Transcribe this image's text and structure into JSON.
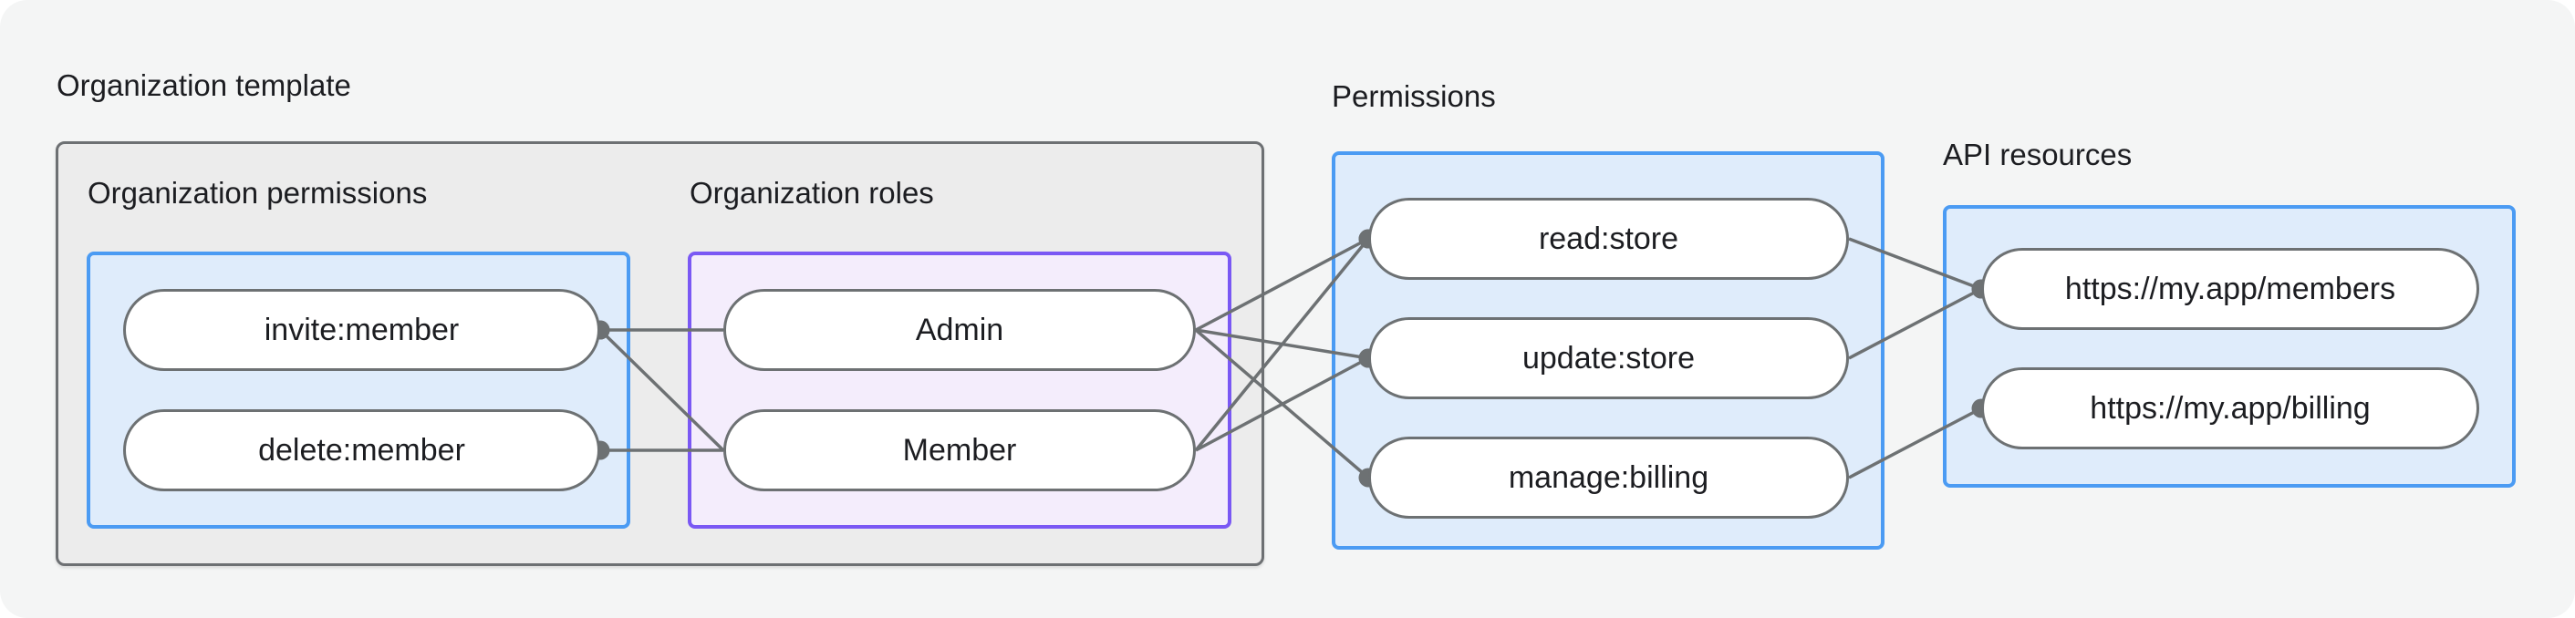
{
  "titles": {
    "organization_template": "Organization template",
    "permissions": "Permissions",
    "api_resources": "API resources"
  },
  "groups": {
    "organization_permissions": {
      "label": "Organization permissions"
    },
    "organization_roles": {
      "label": "Organization roles"
    }
  },
  "nodes": {
    "invite_member": {
      "label": "invite:member",
      "group": "Organization permissions"
    },
    "delete_member": {
      "label": "delete:member",
      "group": "Organization permissions"
    },
    "admin": {
      "label": "Admin",
      "group": "Organization roles"
    },
    "member": {
      "label": "Member",
      "group": "Organization roles"
    },
    "read_store": {
      "label": "read:store",
      "group": "Permissions"
    },
    "update_store": {
      "label": "update:store",
      "group": "Permissions"
    },
    "manage_billing": {
      "label": "manage:billing",
      "group": "Permissions"
    },
    "api_members": {
      "label": "https://my.app/members",
      "group": "API resources"
    },
    "api_billing": {
      "label": "https://my.app/billing",
      "group": "API resources"
    }
  },
  "edges": [
    {
      "from": "invite_member",
      "to": "admin",
      "dot": "from"
    },
    {
      "from": "invite_member",
      "to": "member",
      "dot": "from"
    },
    {
      "from": "delete_member",
      "to": "member",
      "dot": "from"
    },
    {
      "from": "admin",
      "to": "read_store",
      "dot": "to"
    },
    {
      "from": "admin",
      "to": "update_store",
      "dot": "to"
    },
    {
      "from": "admin",
      "to": "manage_billing",
      "dot": "to"
    },
    {
      "from": "member",
      "to": "read_store",
      "dot": "to"
    },
    {
      "from": "member",
      "to": "update_store",
      "dot": "to"
    },
    {
      "from": "read_store",
      "to": "api_members",
      "dot": "to"
    },
    {
      "from": "update_store",
      "to": "api_members",
      "dot": "to"
    },
    {
      "from": "manage_billing",
      "to": "api_billing",
      "dot": "to"
    }
  ],
  "colors": {
    "canvas_bg": "#f4f5f5",
    "template_box_bg": "#ececec",
    "template_box_border": "#6d7073",
    "blue_box_bg": "#dfecfb",
    "blue_box_border": "#4b9bf3",
    "purple_box_bg": "#f4edfc",
    "purple_box_border": "#7a58f4",
    "node_bg": "#ffffff",
    "node_border": "#6d7173",
    "connector": "#6d7173",
    "text": "#1c1d21"
  }
}
